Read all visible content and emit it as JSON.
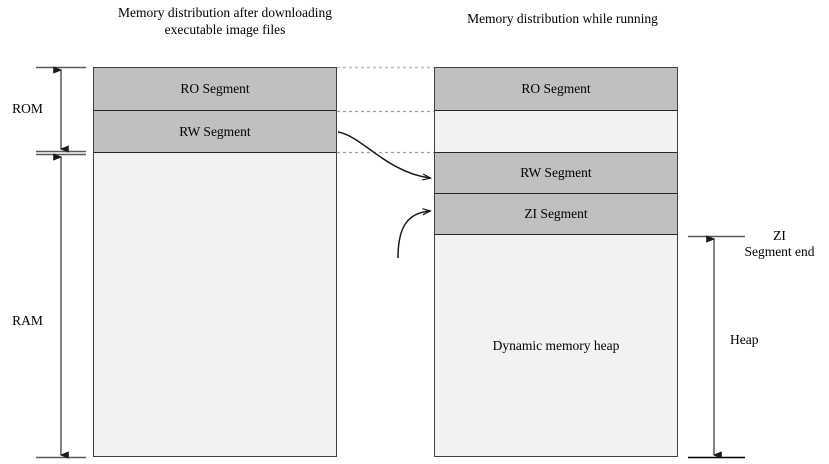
{
  "diagram": {
    "titles": {
      "left": "Memory distribution after downloading executable image files",
      "right": "Memory distribution while running"
    },
    "left_block": {
      "segments": [
        {
          "key": "ro",
          "label": "RO Segment",
          "fill": "#c0c0c0"
        },
        {
          "key": "rw",
          "label": "RW Segment",
          "fill": "#c0c0c0"
        },
        {
          "key": "free",
          "label": "",
          "fill": "#f2f2f2"
        }
      ]
    },
    "right_block": {
      "segments": [
        {
          "key": "ro",
          "label": "RO Segment",
          "fill": "#c0c0c0"
        },
        {
          "key": "gap",
          "label": "",
          "fill": "#f2f2f2"
        },
        {
          "key": "rw",
          "label": "RW Segment",
          "fill": "#c0c0c0"
        },
        {
          "key": "zi",
          "label": "ZI Segment",
          "fill": "#c0c0c0"
        },
        {
          "key": "heap",
          "label": "Dynamic memory heap",
          "fill": "#f2f2f2"
        }
      ]
    },
    "brackets": {
      "rom": "ROM",
      "ram": "RAM",
      "zi_segment_end": "ZI\nSegment end",
      "heap": "Heap"
    },
    "colors": {
      "segment_fill": "#c0c0c0",
      "empty_fill": "#f2f2f2",
      "outline": "#404040",
      "arrow": "#1a1a1a",
      "dotted": "#9e9e9e",
      "bracket": "#595959"
    }
  }
}
